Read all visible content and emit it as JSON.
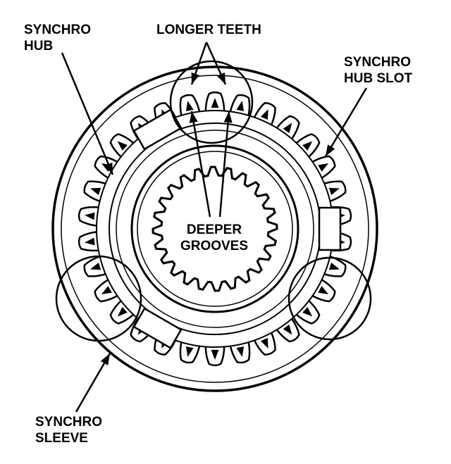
{
  "labels": {
    "synchro_hub": [
      "SYNCHRO",
      "HUB"
    ],
    "longer_teeth": "LONGER TEETH",
    "synchro_hub_slot": [
      "SYNCHRO",
      "HUB SLOT"
    ],
    "deeper_grooves": [
      "DEEPER",
      "GROOVES"
    ],
    "synchro_sleeve": [
      "SYNCHRO",
      "SLEEVE"
    ]
  },
  "gear": {
    "sleeve_tooth_count": 30,
    "inner_spline_count": 24,
    "hub_slot_angles_deg": [
      0,
      120,
      240
    ]
  },
  "colors": {
    "ink": "#000000",
    "paper": "#ffffff"
  }
}
